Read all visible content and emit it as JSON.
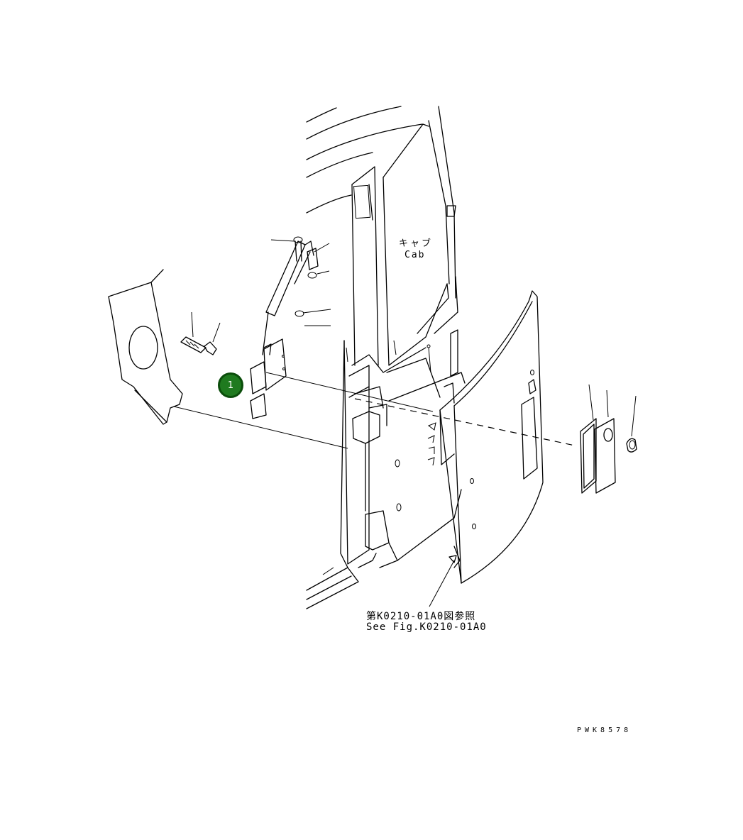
{
  "labels": {
    "cab_jp": "キャブ",
    "cab_en": "Cab",
    "ref_jp": "第K0210-01A0図参照",
    "ref_en": "See Fig.K0210-01A0",
    "drawing_code": "PWK8578"
  },
  "callouts": [
    {
      "number": "1",
      "color": "#1f7a1f"
    }
  ],
  "colors": {
    "line": "#000000",
    "background": "#ffffff",
    "callout_fill": "#1f7a1f"
  }
}
